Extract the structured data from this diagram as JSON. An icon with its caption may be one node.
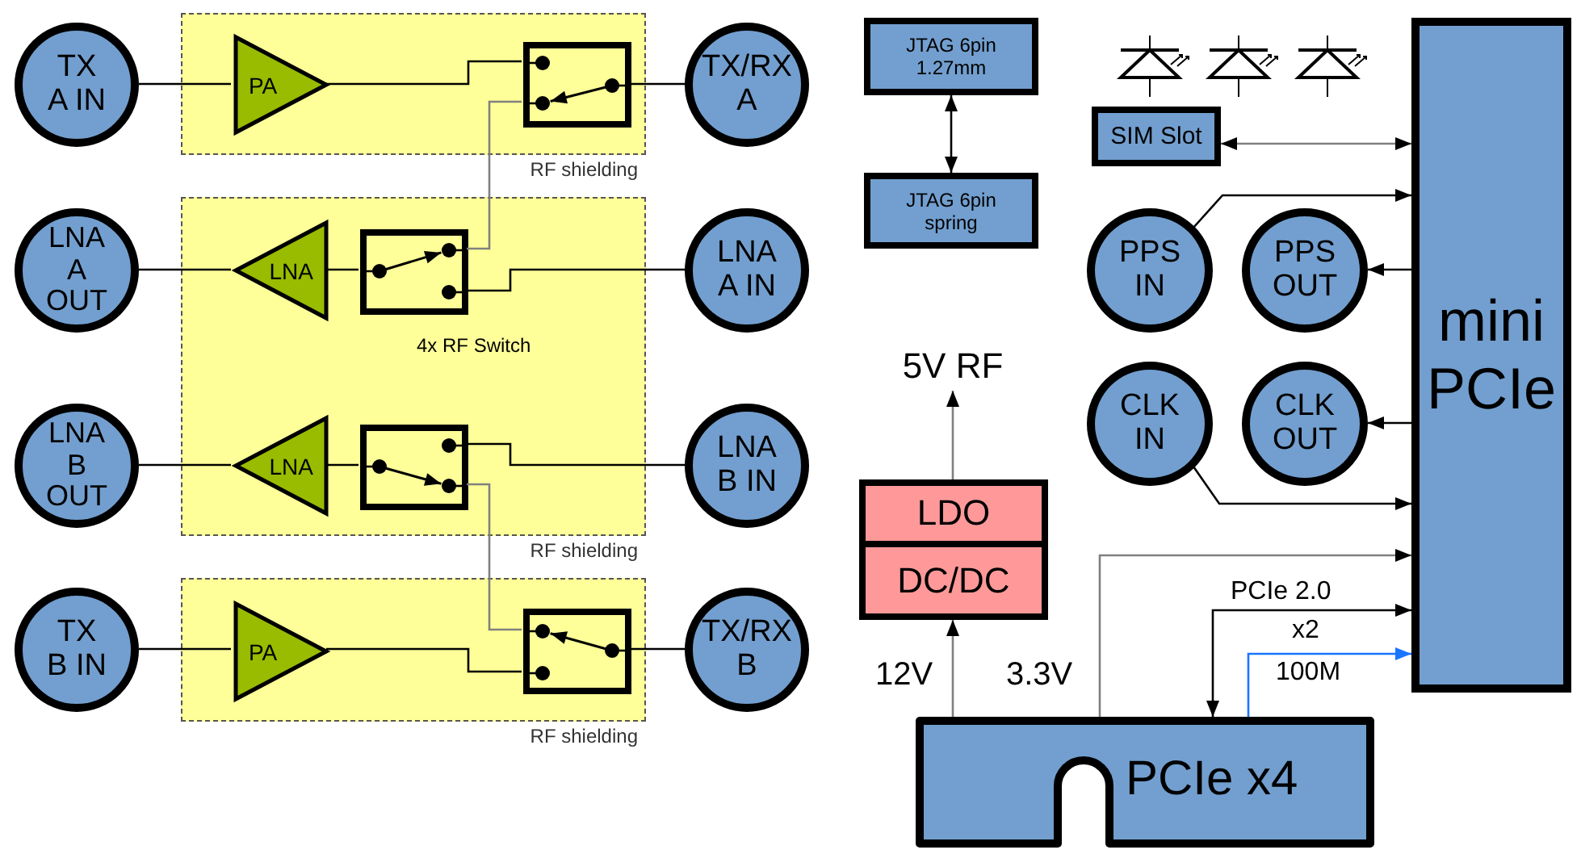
{
  "diagram": {
    "nodes": [
      {
        "text": [
          "TX A IN"
        ]
      },
      {
        "text": [],
        "shape": "box",
        "beside": [
          "RF shielding"
        ]
      },
      {
        "text": [
          "PA"
        ],
        "in": 1
      },
      {
        "text": [],
        "shape": "box",
        "in": 1
      },
      {
        "text": [
          "TX/RX A"
        ]
      },
      {
        "text": [
          "LNA A OUT"
        ]
      },
      {
        "text": [],
        "shape": "box",
        "beside": [
          "RF shielding"
        ]
      },
      {
        "text": [
          "LNA"
        ],
        "in": 6
      },
      {
        "text": [],
        "shape": "box",
        "in": 6
      },
      {
        "text": [
          "LNA A IN"
        ]
      },
      {
        "text": [
          "LNA B OUT"
        ]
      },
      {
        "text": [
          "LNA"
        ],
        "in": 6
      },
      {
        "text": [],
        "shape": "box",
        "in": 6
      },
      {
        "text": [
          "LNA B IN"
        ]
      },
      {
        "text": [
          "TX B IN"
        ]
      },
      {
        "text": [],
        "shape": "box",
        "beside": [
          "RF shielding"
        ]
      },
      {
        "text": [
          "PA"
        ],
        "in": 15
      },
      {
        "text": [],
        "shape": "box",
        "in": 15
      },
      {
        "text": [
          "TX/RX B"
        ]
      },
      {
        "text": [
          "JTAG 6pin 1.27mm"
        ]
      },
      {
        "text": [
          "JTAG 6pin spring"
        ]
      },
      {
        "text": [
          "SIM Slot"
        ]
      },
      {
        "text": [
          "PPS IN"
        ]
      },
      {
        "text": [
          "PPS OUT"
        ]
      },
      {
        "text": [
          "CLK IN"
        ]
      },
      {
        "text": [
          "CLK OUT"
        ]
      },
      {
        "text": [
          "mini PCIe"
        ]
      },
      {
        "text": [
          "LDO"
        ]
      },
      {
        "text": [
          "DC/DC"
        ]
      },
      {
        "text": [
          "PCIe x4"
        ]
      },
      {
        "text": [
          "5V RF"
        ]
      }
    ],
    "edges": [
      {
        "from": 0,
        "to": 2,
        "arrow": "none"
      },
      {
        "from": 2,
        "to": 3,
        "arrow": "none"
      },
      {
        "from": 3,
        "to": 4,
        "arrow": "none"
      },
      {
        "from": 3,
        "to": 8,
        "arrow": "none",
        "color": "#808080"
      },
      {
        "from": 5,
        "to": 7,
        "arrow": "none"
      },
      {
        "from": 7,
        "to": 8,
        "arrow": "none"
      },
      {
        "from": 8,
        "to": 9,
        "arrow": "none"
      },
      {
        "from": 10,
        "to": 11,
        "arrow": "none"
      },
      {
        "from": 11,
        "to": 12,
        "arrow": "none"
      },
      {
        "from": 12,
        "to": 13,
        "arrow": "none"
      },
      {
        "from": 12,
        "to": 17,
        "arrow": "none",
        "color": "#808080"
      },
      {
        "from": 14,
        "to": 16,
        "arrow": "none"
      },
      {
        "from": 16,
        "to": 17,
        "arrow": "none"
      },
      {
        "from": 17,
        "to": 18,
        "arrow": "none"
      },
      {
        "from": 19,
        "to": 20,
        "arrow": "both"
      },
      {
        "from": 21,
        "to": 26,
        "arrow": "both",
        "color": "#808080"
      },
      {
        "from": 22,
        "to": 26,
        "arrow": "to"
      },
      {
        "from": 26,
        "to": 23,
        "arrow": "to"
      },
      {
        "from": 26,
        "to": 25,
        "arrow": "to"
      },
      {
        "from": 24,
        "to": 26,
        "arrow": "to"
      },
      {
        "from": 29,
        "to": 26,
        "arrow": "to",
        "color": "#808080"
      },
      {
        "from": 26,
        "to": 29,
        "arrow": "both"
      },
      {
        "from": 29,
        "to": 26,
        "arrow": "to",
        "color": "#1a75ff"
      },
      {
        "from": 29,
        "to": 28,
        "arrow": "to",
        "color": "#808080"
      },
      {
        "from": 27,
        "to": 30,
        "arrow": "to",
        "color": "#808080"
      }
    ],
    "labels": [
      "4x RF Switch",
      "12V",
      "3.3V",
      "PCIe 2.0",
      "x2",
      "100M"
    ]
  }
}
